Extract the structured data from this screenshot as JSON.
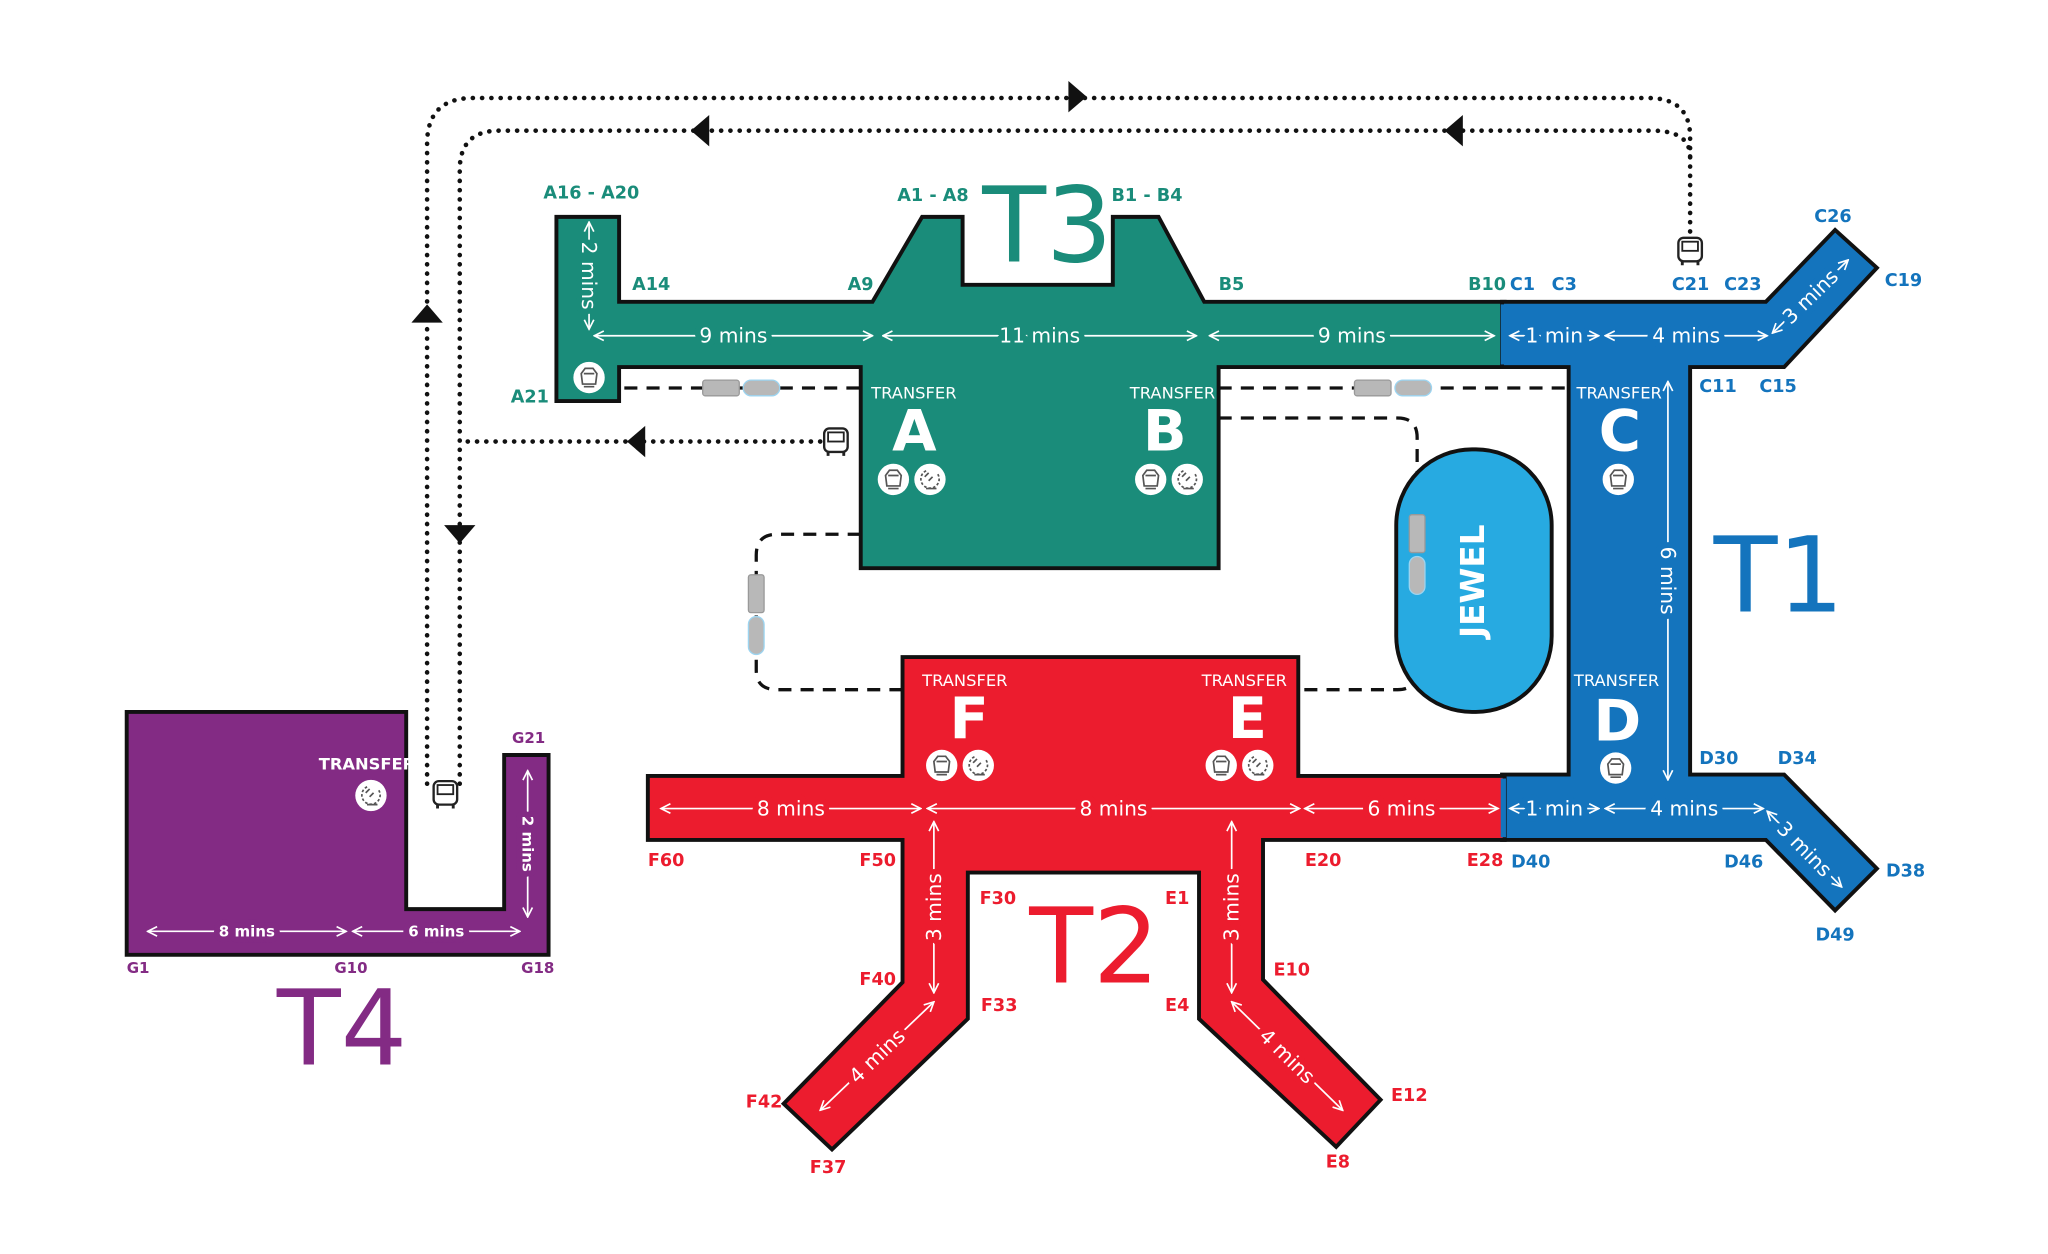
{
  "terminals": {
    "t1": "T1",
    "t2": "T2",
    "t3": "T3",
    "t4": "T4",
    "jewel": "JEWEL"
  },
  "colors": {
    "t1": "#1474bd",
    "t2": "#ec1c2e",
    "t3": "#1a8c7a",
    "t4": "#832b84",
    "jewel": "#27aae1",
    "train": "#b8b8b8"
  },
  "transfer_label": "TRANSFER",
  "transfer_areas": {
    "a": "A",
    "b": "B",
    "c": "C",
    "d": "D",
    "e": "E",
    "f": "F"
  },
  "gates": {
    "t3": [
      "A16 - A20",
      "A14",
      "A9",
      "A1 - A8",
      "B1 - B4",
      "B5",
      "B10",
      "A21"
    ],
    "t1": [
      "C1",
      "C3",
      "C21",
      "C23",
      "C26",
      "C19",
      "C11",
      "C15",
      "D30",
      "D34",
      "D40",
      "D46",
      "D38",
      "D49"
    ],
    "t2": [
      "F60",
      "F50",
      "E20",
      "E28",
      "F30",
      "E1",
      "F40",
      "E10",
      "F33",
      "E4",
      "F42",
      "F37",
      "E12",
      "E8"
    ],
    "t4": [
      "G21",
      "G1",
      "G10",
      "G18"
    ]
  },
  "walk_times": {
    "t3": [
      "2 mins",
      "9 mins",
      "11 mins",
      "9 mins"
    ],
    "t1": [
      "1 min",
      "4 mins",
      "3 mins",
      "6 mins",
      "1 min",
      "4 mins",
      "3 mins"
    ],
    "t2": [
      "8 mins",
      "8 mins",
      "6 mins",
      "3 mins",
      "3 mins",
      "4 mins",
      "4 mins"
    ],
    "t4": [
      "8 mins",
      "6 mins",
      "2 mins"
    ]
  },
  "icons": [
    "skytrain-icon",
    "transit-transfer-icon",
    "shuttle-bus-icon",
    "skytrain-car-icon"
  ]
}
